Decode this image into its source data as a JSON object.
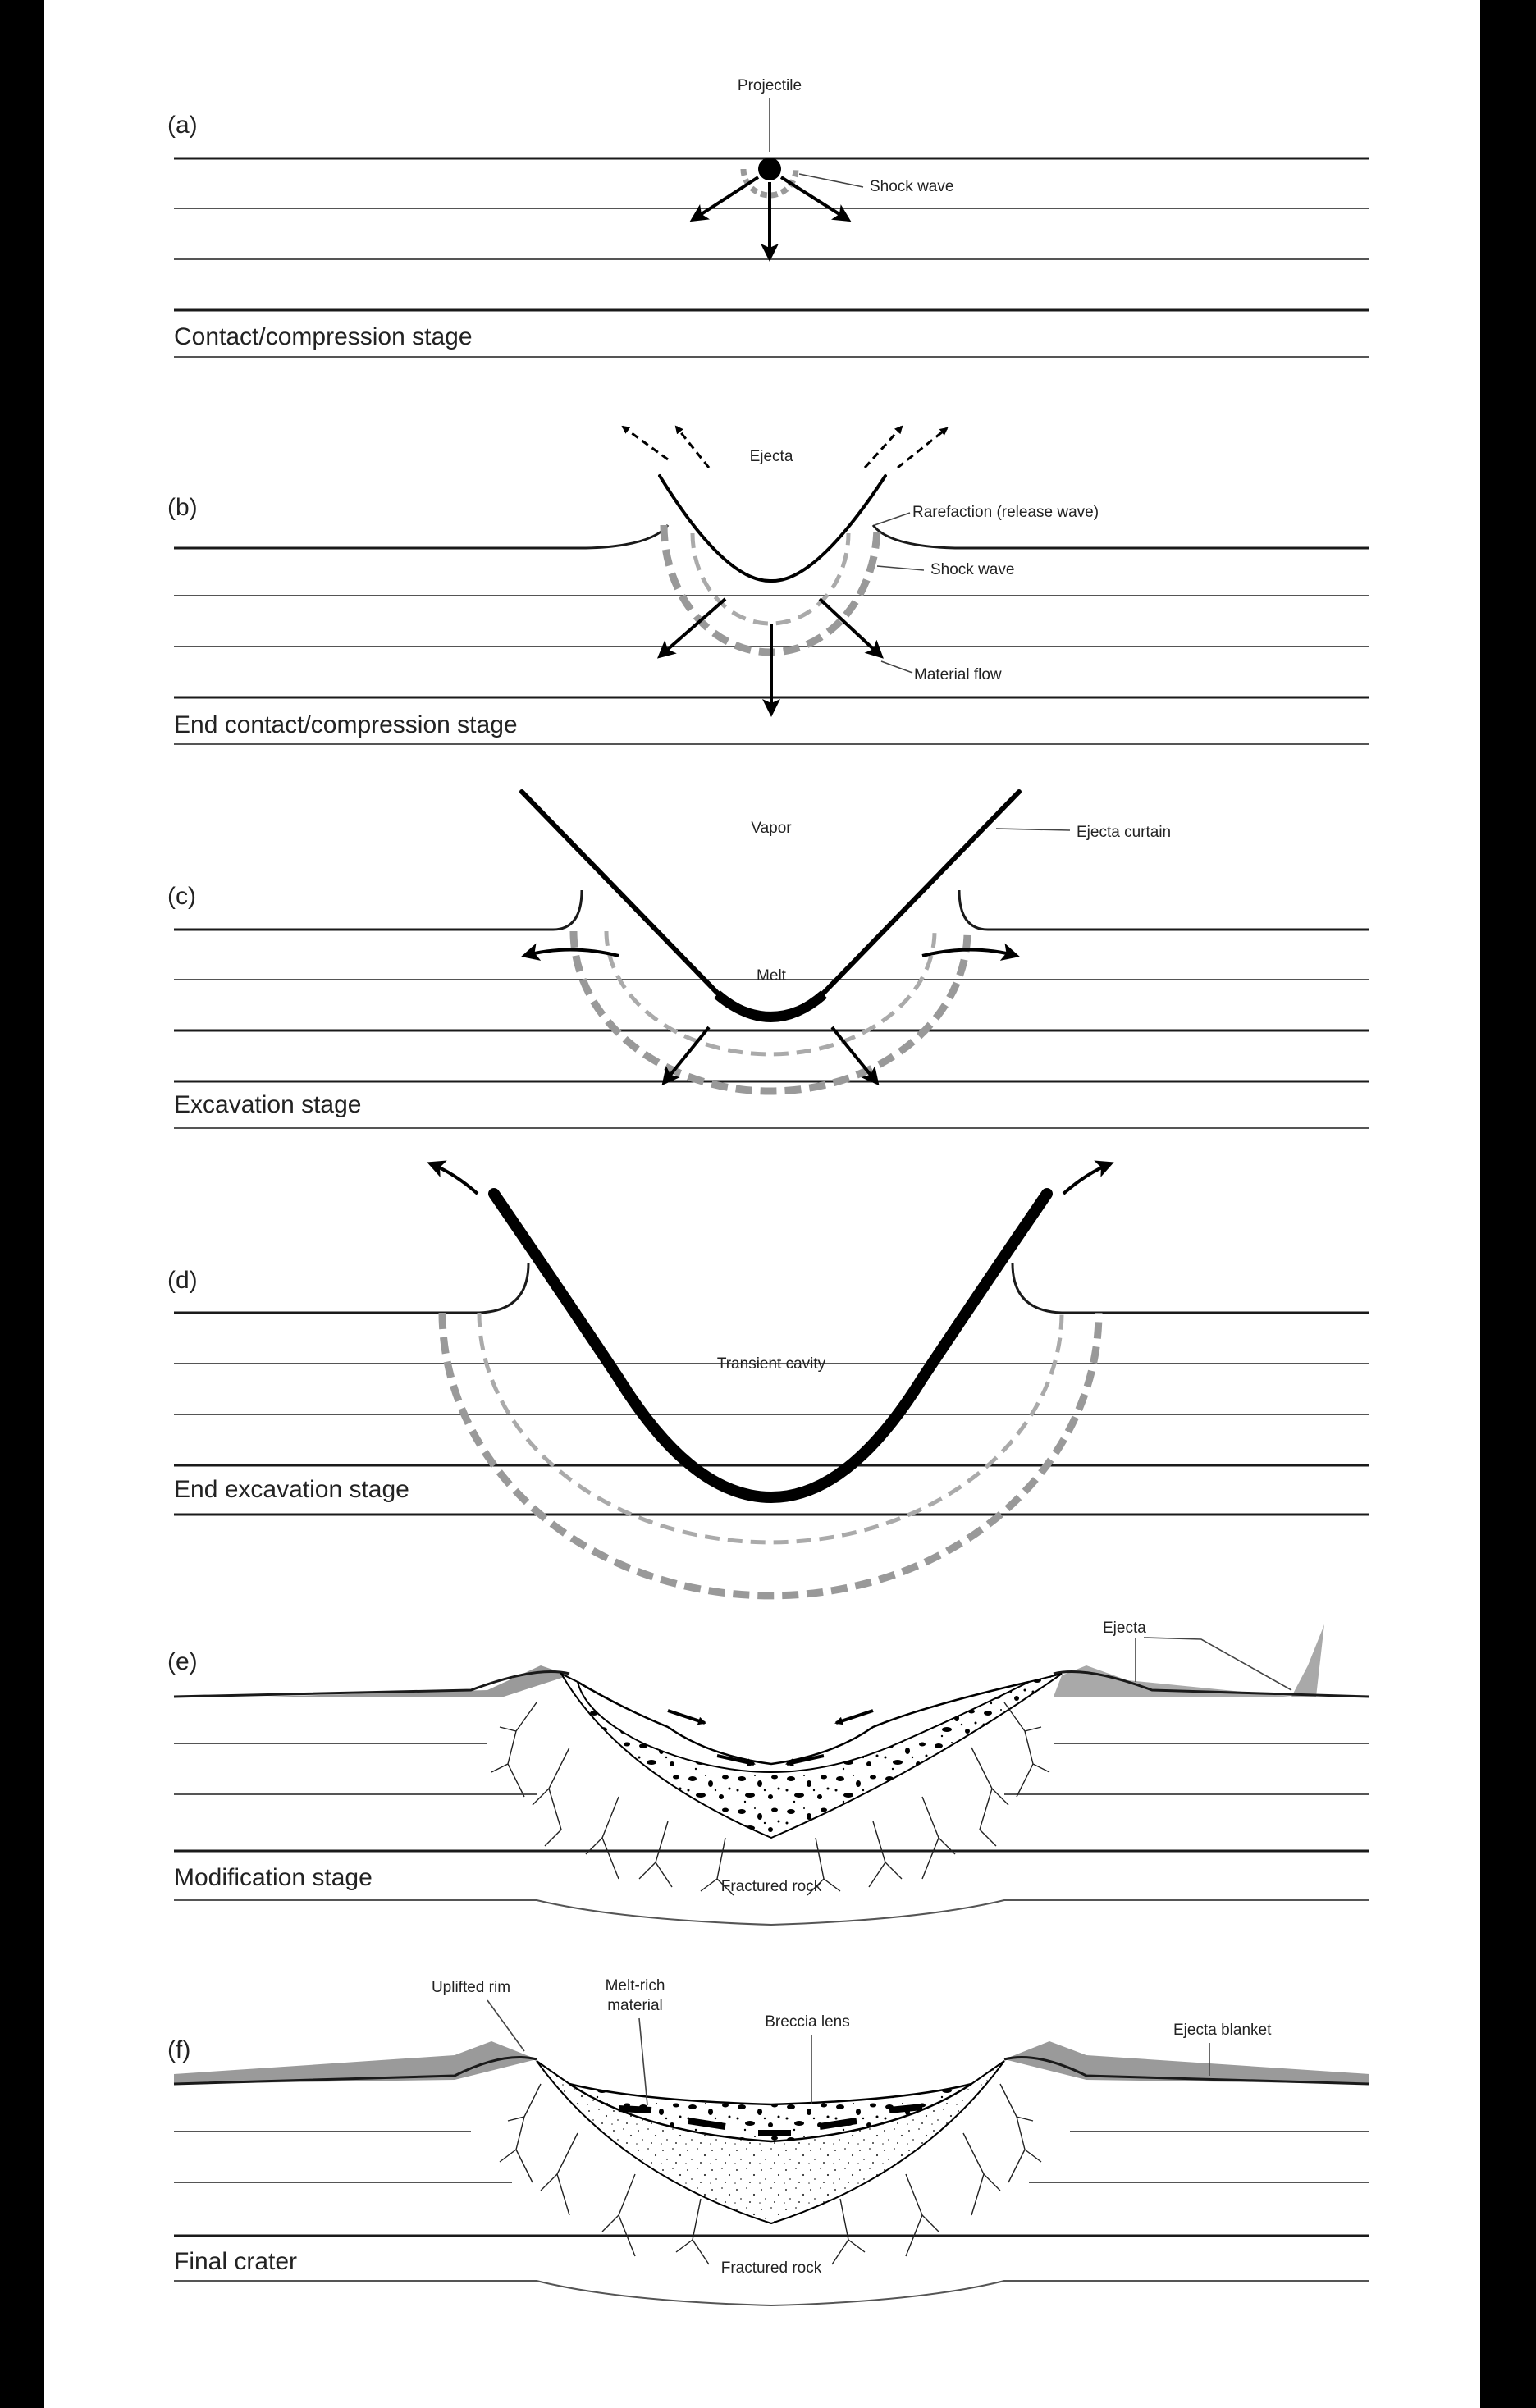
{
  "panels": [
    {
      "letter": "(a)",
      "stage": "Contact/compression stage",
      "labels": [
        "Projectile",
        "Shock wave"
      ]
    },
    {
      "letter": "(b)",
      "stage": "End contact/compression stage",
      "labels": [
        "Ejecta",
        "Rarefaction (release wave)",
        "Shock wave",
        "Material flow"
      ]
    },
    {
      "letter": "(c)",
      "stage": "Excavation stage",
      "labels": [
        "Vapor",
        "Ejecta curtain",
        "Melt"
      ]
    },
    {
      "letter": "(d)",
      "stage": "End excavation stage",
      "labels": [
        "Transient cavity"
      ]
    },
    {
      "letter": "(e)",
      "stage": "Modification stage",
      "labels": [
        "Ejecta",
        "Fractured rock"
      ]
    },
    {
      "letter": "(f)",
      "stage": "Final crater",
      "labels": [
        "Uplifted rim",
        "Melt-rich",
        "material",
        "Breccia lens",
        "Ejecta blanket",
        "Fractured rock"
      ]
    }
  ],
  "colors": {
    "background": "#000000",
    "page": "#ffffff",
    "shock": "#999999",
    "ejecta_fill": "#9a9a9a"
  }
}
